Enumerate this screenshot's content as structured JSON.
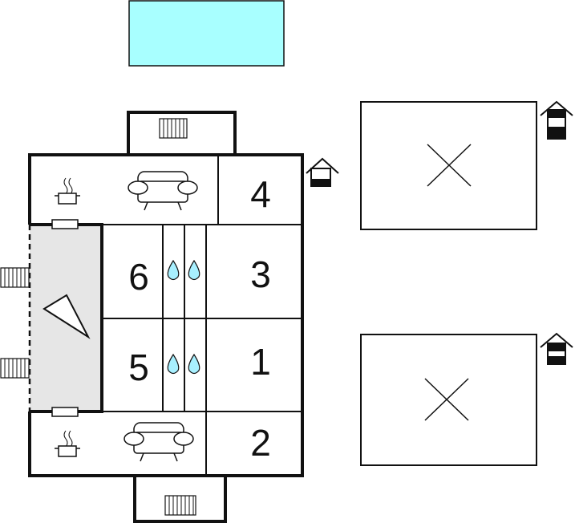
{
  "plan": {
    "rooms": [
      {
        "id": "room-4",
        "label": "4"
      },
      {
        "id": "room-6",
        "label": "6"
      },
      {
        "id": "room-3",
        "label": "3"
      },
      {
        "id": "room-5",
        "label": "5"
      },
      {
        "id": "room-1",
        "label": "1"
      },
      {
        "id": "room-2",
        "label": "2"
      }
    ],
    "icons": [
      "pool",
      "radiator-icon",
      "kitchen-icon",
      "sofa-icon",
      "water-drop-icon",
      "house-icon",
      "bed-cross-icon",
      "terrace-arrow-icon"
    ],
    "colors": {
      "pool": "#a8ffff",
      "terrace": "#e6e6e6",
      "wall": "#111111",
      "drop": "#a8f0ff"
    }
  }
}
